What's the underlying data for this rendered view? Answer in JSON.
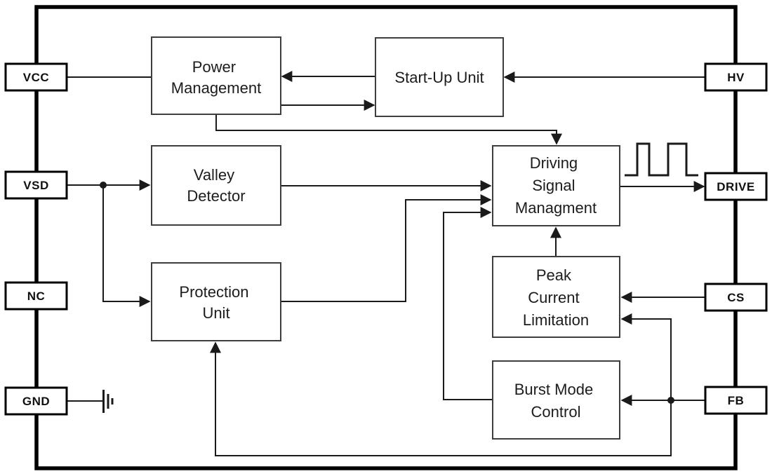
{
  "blocks": {
    "power_management": {
      "lines": [
        "Power",
        "Management"
      ]
    },
    "start_up_unit": {
      "lines": [
        "Start-Up Unit"
      ]
    },
    "valley_detector": {
      "lines": [
        "Valley",
        "Detector"
      ]
    },
    "driving_signal_management": {
      "lines": [
        "Driving",
        "Signal",
        "Managment"
      ]
    },
    "protection_unit": {
      "lines": [
        "Protection",
        "Unit"
      ]
    },
    "peak_current_limitation": {
      "lines": [
        "Peak",
        "Current",
        "Limitation"
      ]
    },
    "burst_mode_control": {
      "lines": [
        "Burst Mode",
        "Control"
      ]
    }
  },
  "pins": {
    "left": [
      {
        "label": "VCC"
      },
      {
        "label": "VSD"
      },
      {
        "label": "NC"
      },
      {
        "label": "GND"
      }
    ],
    "right": [
      {
        "label": "HV"
      },
      {
        "label": "DRIVE"
      },
      {
        "label": "CS"
      },
      {
        "label": "FB"
      }
    ]
  },
  "icons": {
    "ground": "ground-symbol",
    "waveform": "pulse-waveform"
  },
  "colors": {
    "wire": "#1a1a1a",
    "block_border": "#3d3d3d",
    "pin_border": "#000000",
    "background": "#ffffff"
  }
}
